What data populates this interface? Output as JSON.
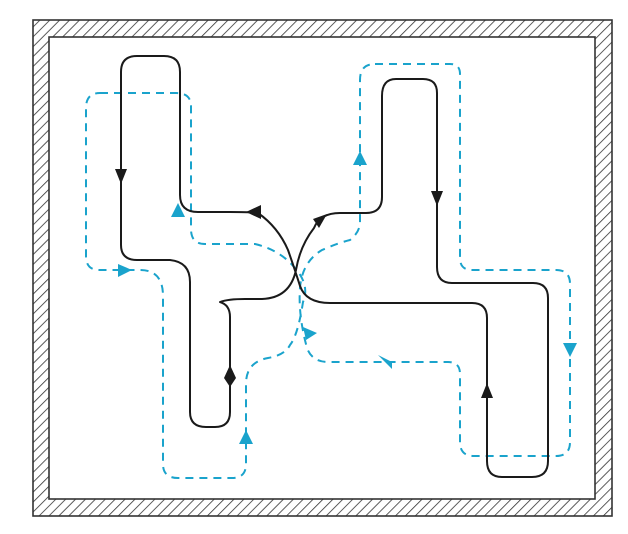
{
  "diagram": {
    "type": "path-layout",
    "enclosure": {
      "style": "hatched-wall",
      "hatch_color": "#333333"
    },
    "paths": [
      {
        "id": "solid-path",
        "style": "solid",
        "color": "#1a1a1a"
      },
      {
        "id": "dashed-path",
        "style": "dashed",
        "color": "#1aa3cc"
      }
    ]
  }
}
